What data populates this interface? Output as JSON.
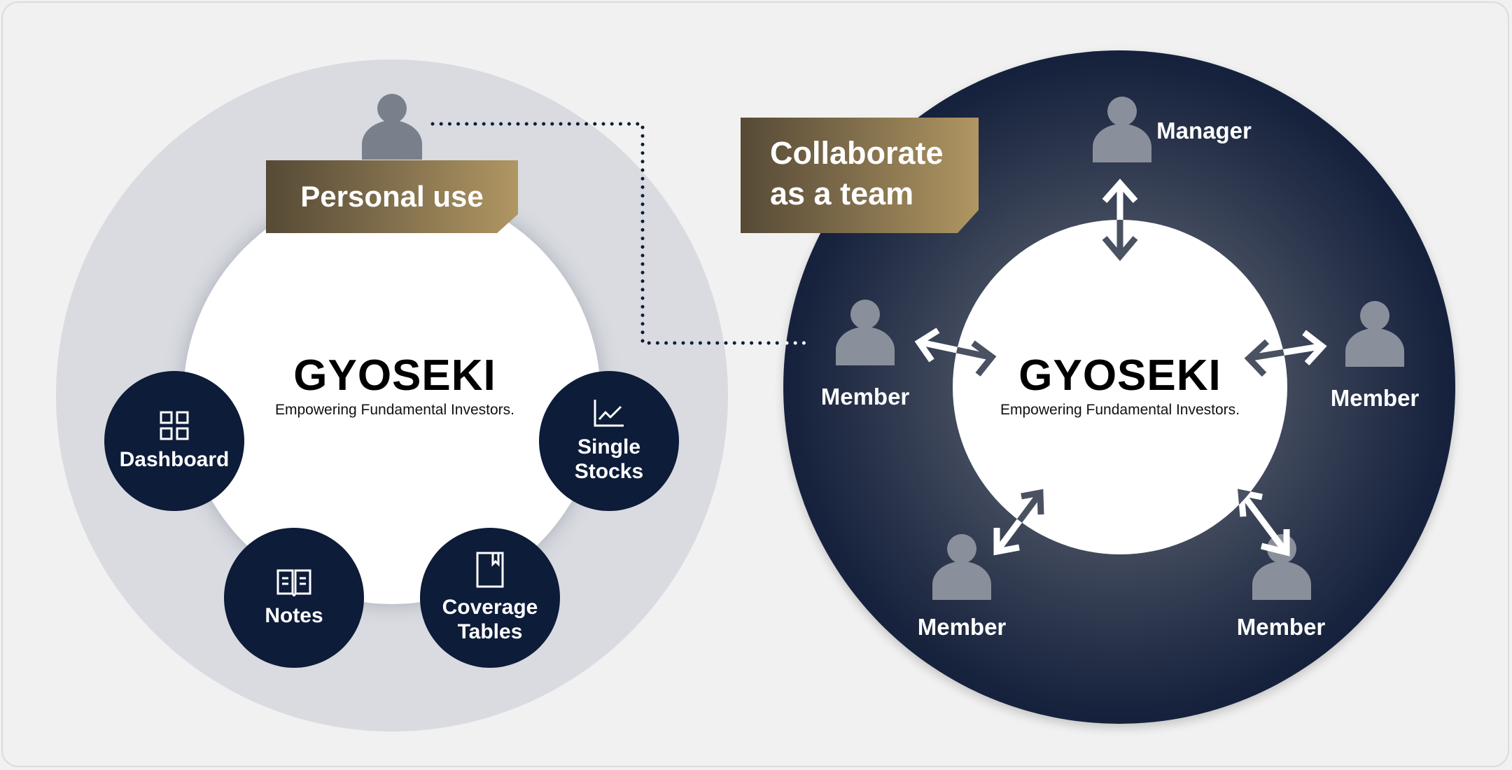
{
  "personal": {
    "banner": "Personal use",
    "brand_name": "GYOSEKI",
    "tagline": "Empowering Fundamental Investors.",
    "features": [
      {
        "label_line1": "Dashboard",
        "label_line2": "",
        "icon": "dashboard-grid-icon"
      },
      {
        "label_line1": "Single",
        "label_line2": "Stocks",
        "icon": "line-chart-icon"
      },
      {
        "label_line1": "Notes",
        "label_line2": "",
        "icon": "open-book-icon"
      },
      {
        "label_line1": "Coverage",
        "label_line2": "Tables",
        "icon": "bookmark-book-icon"
      }
    ]
  },
  "team": {
    "banner_line1": "Collaborate",
    "banner_line2": "as a team",
    "brand_name": "GYOSEKI",
    "tagline": "Empowering Fundamental Investors.",
    "roles": {
      "manager": "Manager",
      "member_left": "Member",
      "member_right": "Member",
      "member_bottom_left": "Member",
      "member_bottom_right": "Member"
    }
  },
  "colors": {
    "navy": "#0d1c38",
    "light_ring": "#d9dbe1",
    "gold_start": "#564a36",
    "gold_end": "#b09662",
    "person_gray": "#7a808b",
    "arrow_gray": "#4a5262"
  }
}
